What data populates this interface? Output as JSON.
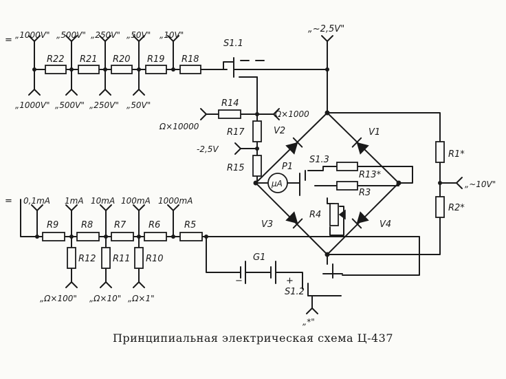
{
  "caption": "Принципиальная электрическая схема Ц-437",
  "components": {
    "R1": "R1*",
    "R2": "R2*",
    "R3": "R3",
    "R4": "R4",
    "R5": "R5",
    "R6": "R6",
    "R7": "R7",
    "R8": "R8",
    "R9": "R9",
    "R10": "R10",
    "R11": "R11",
    "R12": "R12",
    "R13": "R13*",
    "R14": "R14",
    "R15": "R15",
    "R17": "R17",
    "R18": "R18",
    "R19": "R19",
    "R20": "R20",
    "R21": "R21",
    "R22": "R22",
    "V1": "V1",
    "V2": "V2",
    "V3": "V3",
    "V4": "V4",
    "S11": "S1.1",
    "S12": "S1.2",
    "S13": "S1.3",
    "G1": "G1",
    "P1": "P1",
    "meter": "μA"
  },
  "terminals": {
    "dc_symbol_top": "=",
    "dc_symbol_mid": "=",
    "v_top": [
      "„1000V\"",
      "„500V\"",
      "„250V\"",
      "„50V\"",
      "„10V\""
    ],
    "v_bottom": [
      "„1000V\"",
      "„500V\"",
      "„250V\"",
      "„50V\""
    ],
    "ac_2_5V": "„~2,5V\"",
    "ohm_1000": "Ω×1000",
    "ohm_10000": "Ω×10000",
    "minus_2_5V": "-2,5V",
    "ac_10V": "„~10V\"",
    "ma": [
      "0,1mA",
      "1mA",
      "10mA",
      "100mA",
      "1000mA"
    ],
    "ohm_bottom": [
      "„Ω×100\"",
      "„Ω×10\"",
      "„Ω×1\""
    ],
    "common": "„*\""
  },
  "battery": {
    "minus": "−",
    "plus": "+"
  }
}
